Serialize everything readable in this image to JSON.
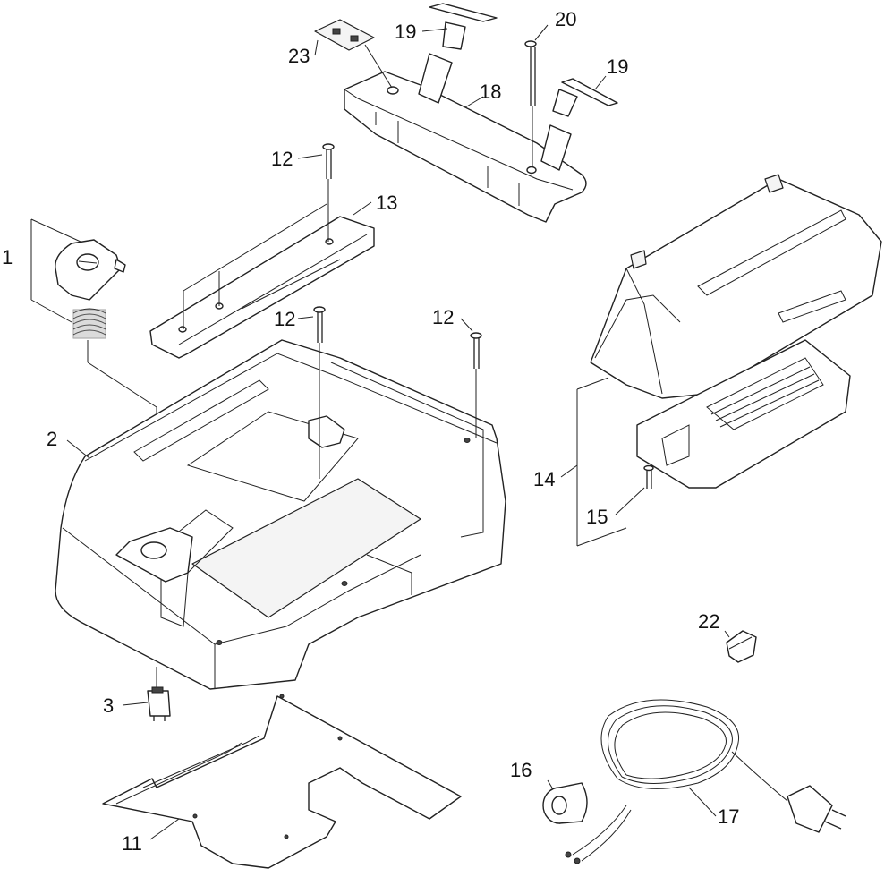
{
  "callouts": [
    {
      "id": "1",
      "label": "1"
    },
    {
      "id": "2",
      "label": "2"
    },
    {
      "id": "3",
      "label": "3"
    },
    {
      "id": "11",
      "label": "11"
    },
    {
      "id": "12a",
      "label": "12"
    },
    {
      "id": "12b",
      "label": "12"
    },
    {
      "id": "12c",
      "label": "12"
    },
    {
      "id": "13",
      "label": "13"
    },
    {
      "id": "14",
      "label": "14"
    },
    {
      "id": "15",
      "label": "15"
    },
    {
      "id": "16",
      "label": "16"
    },
    {
      "id": "17",
      "label": "17"
    },
    {
      "id": "18",
      "label": "18"
    },
    {
      "id": "19a",
      "label": "19"
    },
    {
      "id": "19b",
      "label": "19"
    },
    {
      "id": "20",
      "label": "20"
    },
    {
      "id": "22",
      "label": "22"
    },
    {
      "id": "23",
      "label": "23"
    }
  ]
}
